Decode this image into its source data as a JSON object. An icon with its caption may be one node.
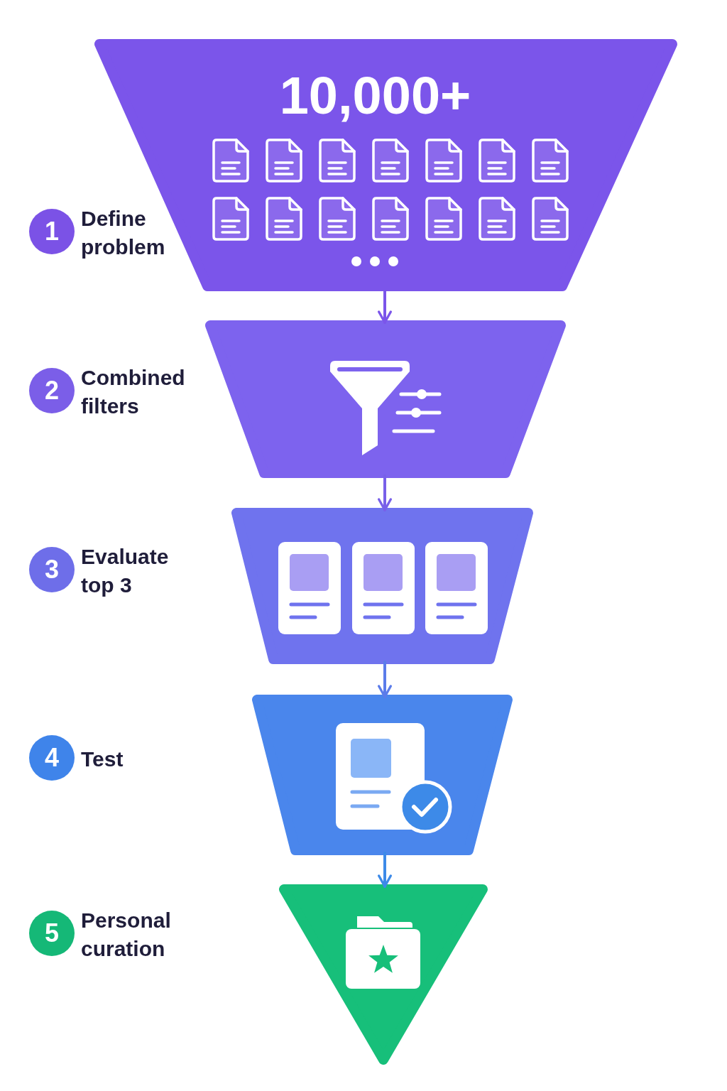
{
  "diagram": {
    "nodes": [
      {
        "text": [
          "1"
        ],
        "beside": [
          "Define problem"
        ]
      },
      {
        "text": [
          "10,000+"
        ]
      },
      {
        "text": [
          "2"
        ],
        "beside": [
          "Combined filters"
        ]
      },
      {
        "text": [],
        "shape": "trapezoid"
      },
      {
        "text": [
          "3"
        ],
        "beside": [
          "Evaluate top 3"
        ]
      },
      {
        "text": [],
        "shape": "trapezoid"
      },
      {
        "text": [
          "4"
        ],
        "beside": [
          "Test"
        ]
      },
      {
        "text": [],
        "shape": "trapezoid"
      },
      {
        "text": [
          "5"
        ],
        "beside": [
          "Personal curation"
        ]
      },
      {
        "text": [],
        "shape": "triangle"
      }
    ],
    "edges": [
      {
        "from": 1,
        "to": 3,
        "arrow": "to",
        "color": "#7b55ea"
      },
      {
        "from": 3,
        "to": 5,
        "arrow": "to",
        "color": "#7860e9"
      },
      {
        "from": 5,
        "to": 7,
        "arrow": "to",
        "color": "#5b7cea"
      },
      {
        "from": 7,
        "to": 9,
        "arrow": "to",
        "color": "#3d8ae8"
      }
    ]
  }
}
